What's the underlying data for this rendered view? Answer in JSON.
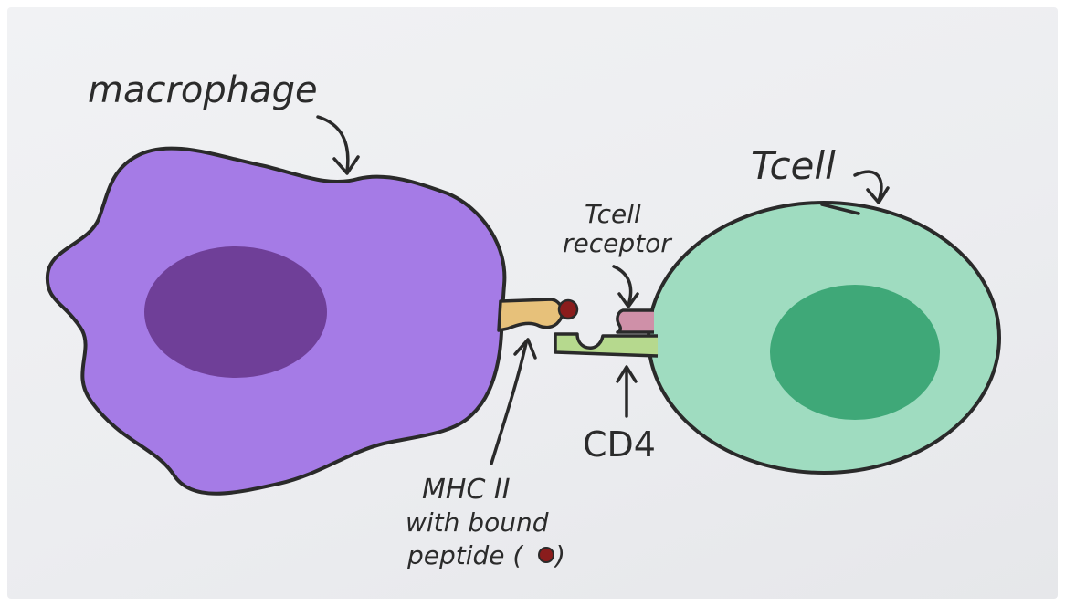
{
  "labels": {
    "macrophage": "macrophage",
    "tcell_title": "Tcell",
    "tcell_receptor_line1": "Tcell",
    "tcell_receptor_line2": "receptor",
    "cd4": "CD4",
    "mhc_line1": "MHC II",
    "mhc_line2": "with bound",
    "mhc_line3": "peptide (",
    "mhc_line3_end": ")"
  },
  "colors": {
    "macrophage_body": "#a57be6",
    "macrophage_nucleus": "#6f3f98",
    "tcell_body": "#9fdcc0",
    "tcell_nucleus": "#3fa878",
    "mhc": "#e7c17a",
    "peptide": "#8a1c1c",
    "tcr": "#cf90a8",
    "cd4": "#b6d98e",
    "outline": "#2a2a2a"
  }
}
